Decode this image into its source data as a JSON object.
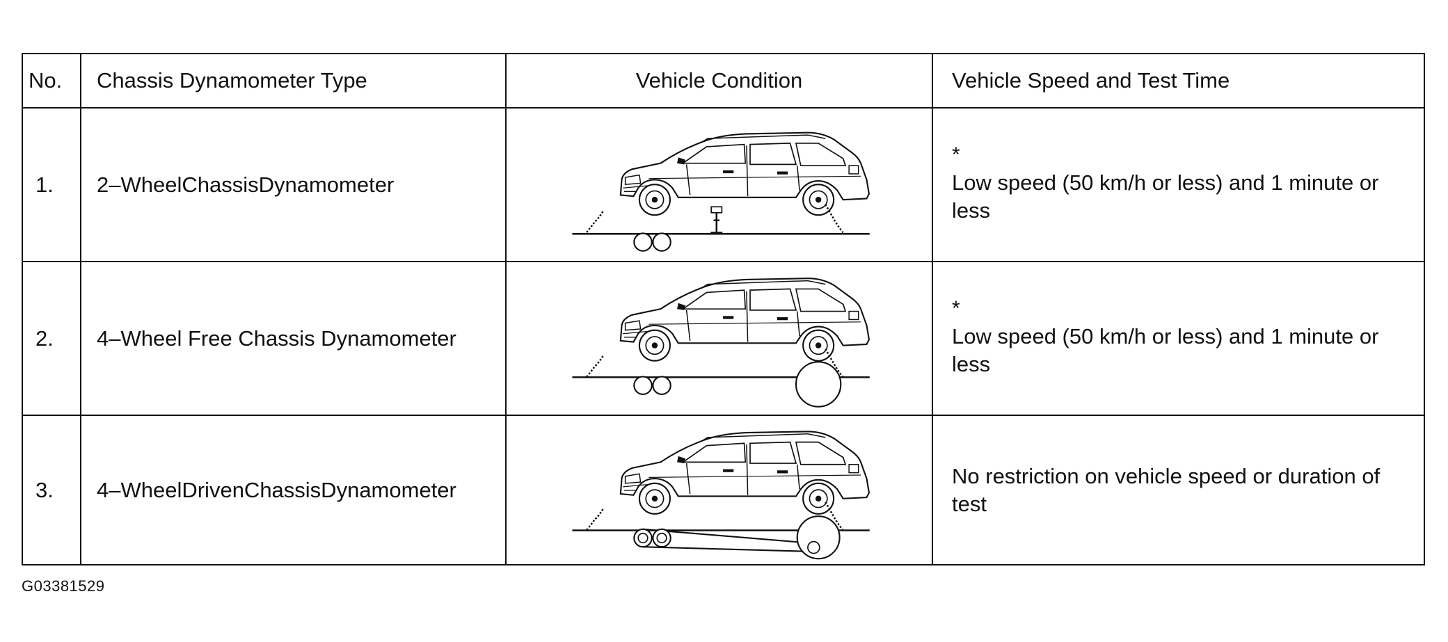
{
  "table": {
    "headers": {
      "no": "No.",
      "type": "Chassis Dynamometer Type",
      "condition": "Vehicle Condition",
      "speed": "Vehicle Speed and Test Time"
    },
    "rows": [
      {
        "no": "1.",
        "type": "2–WheelChassisDynamometer",
        "condition_icon": "suv-on-2-wheel-dynamometer-illustration",
        "speed_mark": "*",
        "speed": "Low speed (50 km/h or less) and 1 minute or less"
      },
      {
        "no": "2.",
        "type": "4–Wheel Free Chassis Dynamometer",
        "condition_icon": "suv-on-4-wheel-free-dynamometer-illustration",
        "speed_mark": "*",
        "speed": "Low speed (50 km/h or less) and 1 minute or less"
      },
      {
        "no": "3.",
        "type": "4–WheelDrivenChassisDynamometer",
        "condition_icon": "suv-on-4-wheel-driven-dynamometer-illustration",
        "speed_mark": "",
        "speed": "No restriction on vehicle speed or duration of test"
      }
    ]
  },
  "caption": "G03381529"
}
